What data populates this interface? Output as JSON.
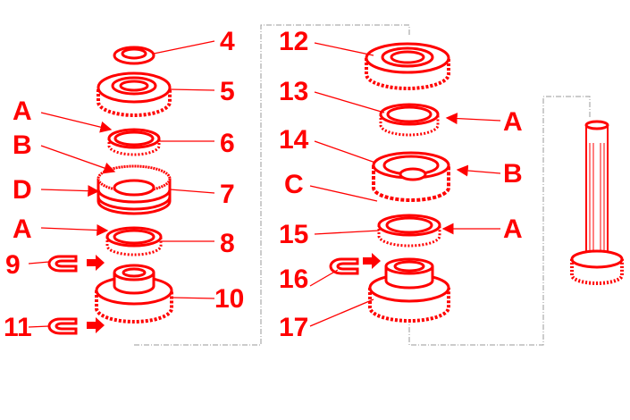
{
  "colors": {
    "accent": "#ff0000",
    "frame": "#999999"
  },
  "labels": [
    {
      "id": "4",
      "text": "4"
    },
    {
      "id": "5",
      "text": "5"
    },
    {
      "id": "a1",
      "text": "A"
    },
    {
      "id": "6",
      "text": "6"
    },
    {
      "id": "b1",
      "text": "B"
    },
    {
      "id": "d",
      "text": "D"
    },
    {
      "id": "7",
      "text": "7"
    },
    {
      "id": "a2",
      "text": "A"
    },
    {
      "id": "8",
      "text": "8"
    },
    {
      "id": "9",
      "text": "9"
    },
    {
      "id": "10",
      "text": "10"
    },
    {
      "id": "11",
      "text": "11"
    },
    {
      "id": "12",
      "text": "12"
    },
    {
      "id": "13",
      "text": "13"
    },
    {
      "id": "14",
      "text": "14"
    },
    {
      "id": "c",
      "text": "C"
    },
    {
      "id": "15",
      "text": "15"
    },
    {
      "id": "16",
      "text": "16"
    },
    {
      "id": "17",
      "text": "17"
    },
    {
      "id": "a3",
      "text": "A"
    },
    {
      "id": "b2",
      "text": "B"
    },
    {
      "id": "a4",
      "text": "A"
    }
  ]
}
